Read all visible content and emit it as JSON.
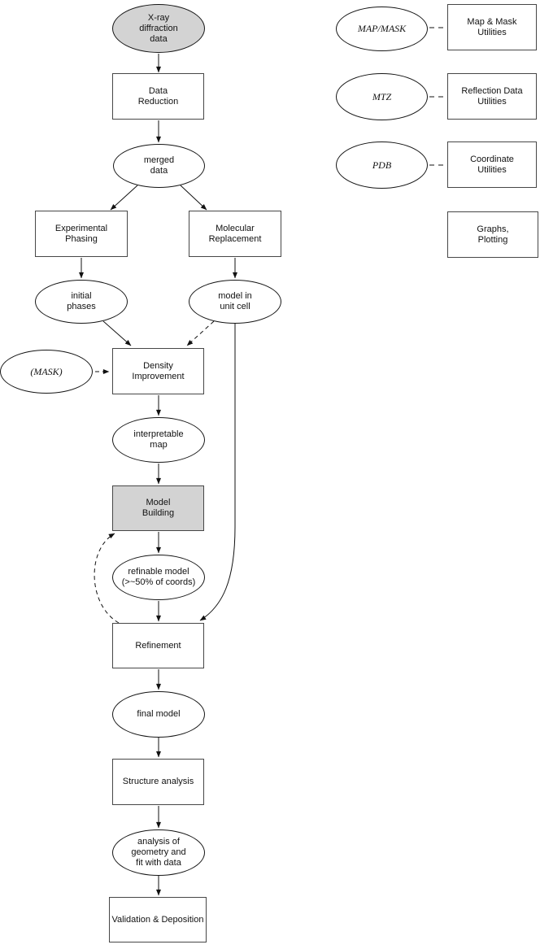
{
  "nodes": {
    "xray_diffraction_data": {
      "label": "X-ray\ndiffraction\ndata"
    },
    "data_reduction": {
      "label": "Data\nReduction"
    },
    "merged_data": {
      "label": "merged\ndata"
    },
    "experimental_phasing": {
      "label": "Experimental\nPhasing"
    },
    "molecular_replacement": {
      "label": "Molecular\nReplacement"
    },
    "initial_phases": {
      "label": "initial\nphases"
    },
    "model_in_unit_cell": {
      "label": "model in\nunit cell"
    },
    "mask": {
      "label": "(MASK)"
    },
    "density_improvement": {
      "label": "Density\nImprovement"
    },
    "interpretable_map": {
      "label": "interpretable\nmap"
    },
    "model_building": {
      "label": "Model\nBuilding"
    },
    "refinable_model": {
      "label": "refinable model\n(>~50% of coords)"
    },
    "refinement": {
      "label": "Refinement"
    },
    "final_model": {
      "label": "final model"
    },
    "structure_analysis": {
      "label": "Structure analysis"
    },
    "analysis_geometry": {
      "label": "analysis of\ngeometry and\nfit with data"
    },
    "validation_deposition": {
      "label": "Validation & Deposition"
    }
  },
  "legend": {
    "map_mask_key": {
      "label": "MAP/MASK"
    },
    "map_mask_desc": {
      "label": "Map & Mask\nUtilities"
    },
    "mtz_key": {
      "label": "MTZ"
    },
    "mtz_desc": {
      "label": "Reflection Data\nUtilities"
    },
    "pdb_key": {
      "label": "PDB"
    },
    "pdb_desc": {
      "label": "Coordinate\nUtilities"
    },
    "graphs_plotting": {
      "label": "Graphs,\nPlotting"
    }
  },
  "colors": {
    "highlight_fill": "#d3d3d3",
    "node_fill": "#ffffff",
    "line": "#111111",
    "background": "#ffffff"
  }
}
